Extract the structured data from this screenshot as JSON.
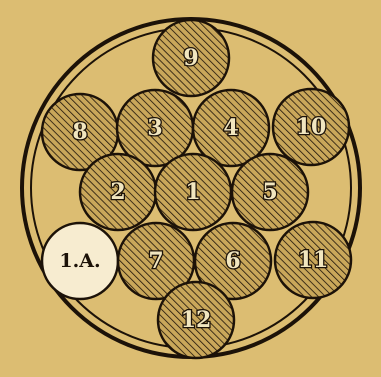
{
  "figure": {
    "colors": {
      "background": "#dcbd72",
      "ink": "#1c1208",
      "hatched_fill": "#c9a75a",
      "clear_fill": "#f7ecd0"
    },
    "circles": [
      {
        "label": "9",
        "style": "hatched"
      },
      {
        "label": "8",
        "style": "hatched"
      },
      {
        "label": "3",
        "style": "hatched"
      },
      {
        "label": "4",
        "style": "hatched"
      },
      {
        "label": "10",
        "style": "hatched"
      },
      {
        "label": "2",
        "style": "hatched"
      },
      {
        "label": "1",
        "style": "hatched"
      },
      {
        "label": "5",
        "style": "hatched"
      },
      {
        "label": "1.A.",
        "style": "clear"
      },
      {
        "label": "7",
        "style": "hatched"
      },
      {
        "label": "6",
        "style": "hatched"
      },
      {
        "label": "11",
        "style": "hatched"
      },
      {
        "label": "12",
        "style": "hatched"
      }
    ]
  }
}
